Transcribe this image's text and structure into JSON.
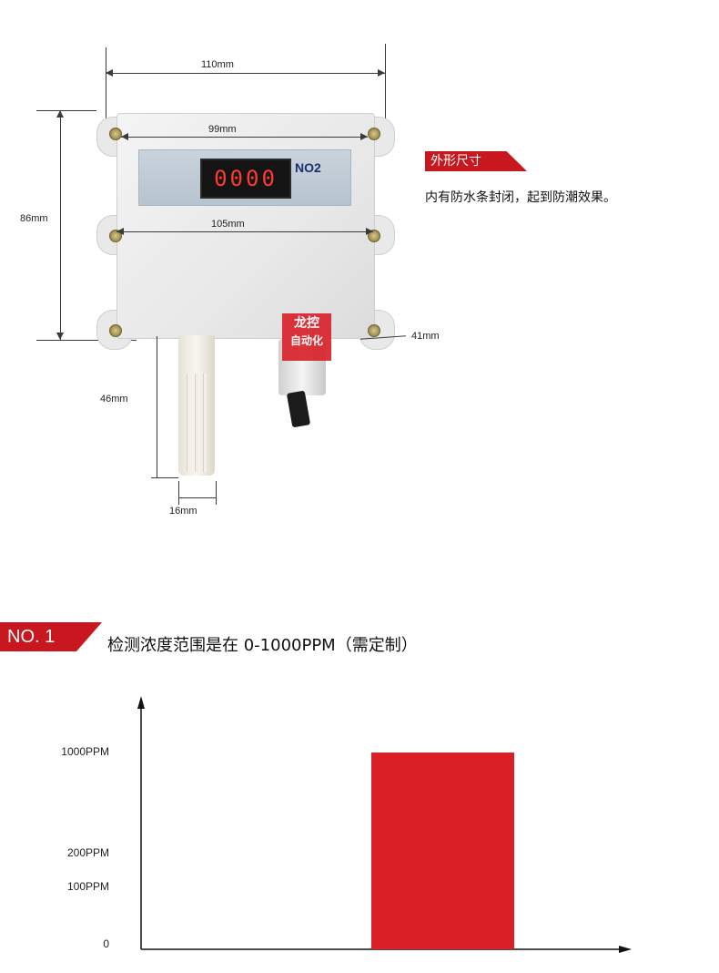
{
  "dimensions": {
    "width_110": "110mm",
    "width_99": "99mm",
    "width_105": "105mm",
    "height_86": "86mm",
    "depth_41": "41mm",
    "probe_46": "46mm",
    "probe_16": "16mm"
  },
  "device": {
    "display_value": "0000",
    "model": "NO2",
    "logo_line1": "龙控",
    "logo_line2": "自动化"
  },
  "feature": {
    "badge": "外形尺寸",
    "description": "内有防水条封闭，起到防潮效果。"
  },
  "section": {
    "label": "NO. 1",
    "title": "检测浓度范围是在 0-1000PPM（需定制）"
  },
  "chart_data": {
    "type": "bar",
    "categories": [
      ""
    ],
    "values": [
      1000
    ],
    "y_ticks": [
      "0",
      "100PPM",
      "200PPM",
      "1000PPM"
    ],
    "y_tick_values": [
      0,
      100,
      200,
      1000
    ],
    "bar_color": "#db1f26"
  }
}
